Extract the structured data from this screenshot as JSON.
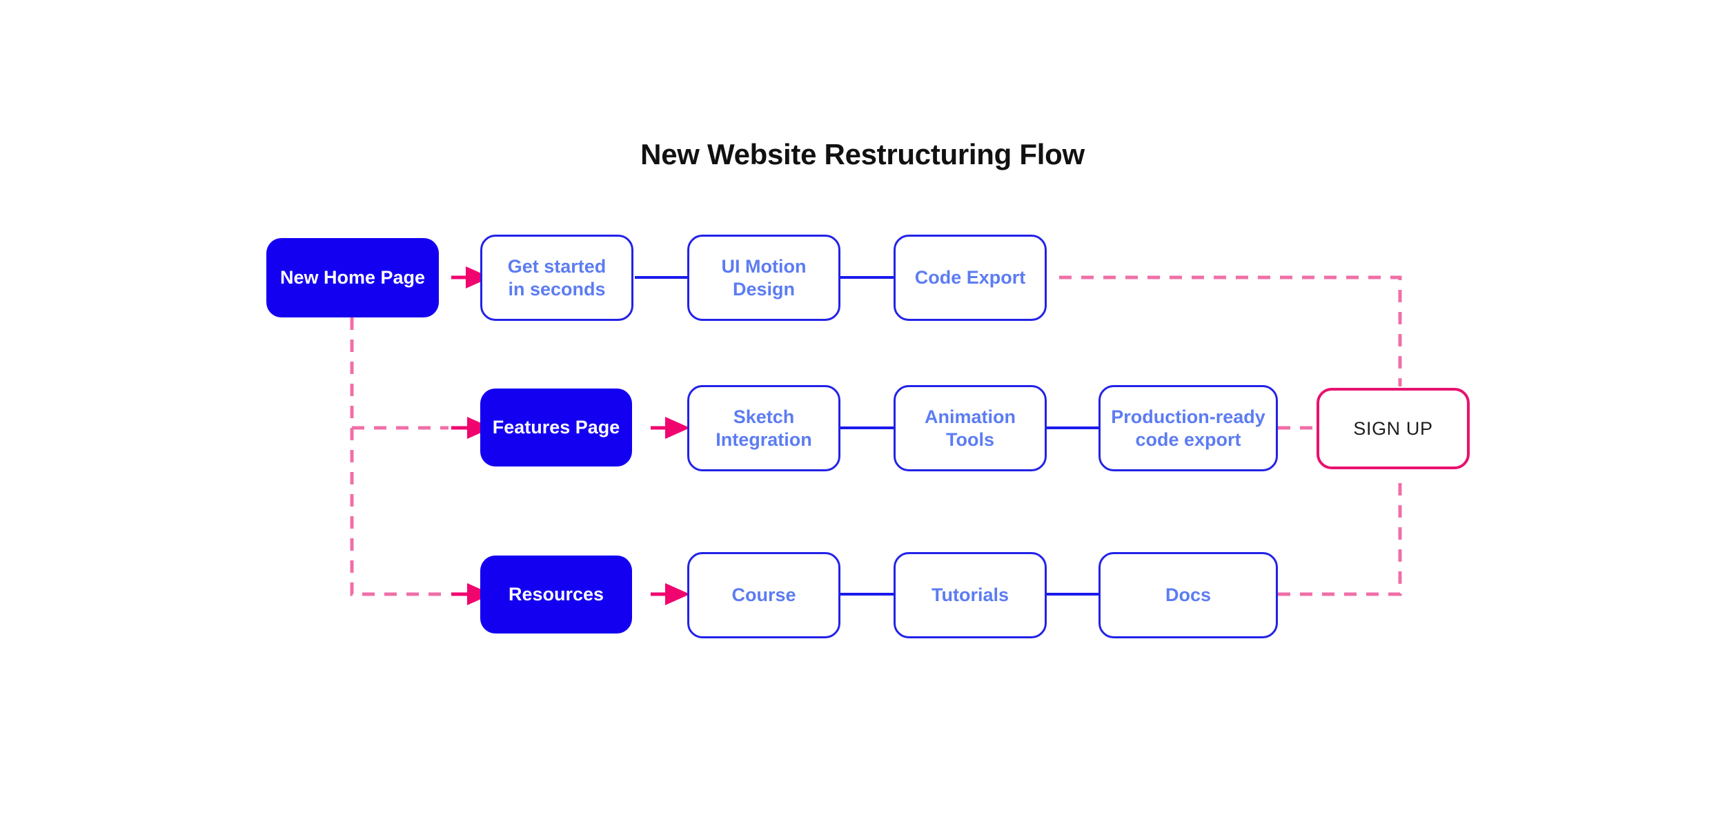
{
  "page": {
    "title": "New Website Restructuring Flow",
    "background": "#ffffff"
  },
  "colors": {
    "primary_fill": "#1400F0",
    "primary_text": "#ffffff",
    "outline_border": "#2222E8",
    "outline_text": "#5C7CF2",
    "cta_border": "#E8116F",
    "cta_text": "#1d1d1d",
    "arrow": "#F0056F",
    "dashed_line": "#F06FA8",
    "solid_connector": "#1A1AEE",
    "title_text": "#111111"
  },
  "diagram": {
    "type": "flowchart",
    "rows": [
      {
        "id": "row-home",
        "entry": {
          "label": "New Home Page",
          "style": "primary"
        },
        "steps": [
          {
            "label": "Get started\nin seconds",
            "style": "outline"
          },
          {
            "label": "UI Motion\nDesign",
            "style": "outline"
          },
          {
            "label": "Code Export",
            "style": "outline"
          }
        ]
      },
      {
        "id": "row-features",
        "entry": {
          "label": "Features Page",
          "style": "primary"
        },
        "steps": [
          {
            "label": "Sketch\nIntegration",
            "style": "outline"
          },
          {
            "label": "Animation\nTools",
            "style": "outline"
          },
          {
            "label": "Production-ready\ncode export",
            "style": "outline"
          }
        ]
      },
      {
        "id": "row-resources",
        "entry": {
          "label": "Resources",
          "style": "primary"
        },
        "steps": [
          {
            "label": "Course",
            "style": "outline"
          },
          {
            "label": "Tutorials",
            "style": "outline"
          },
          {
            "label": "Docs",
            "style": "outline"
          }
        ]
      }
    ],
    "cta": {
      "label": "SIGN UP",
      "style": "cta"
    },
    "edges": [
      {
        "from": "New Home Page",
        "to": "Get started in seconds",
        "kind": "arrow-solid"
      },
      {
        "from": "Get started in seconds",
        "to": "UI Motion Design",
        "kind": "line-solid"
      },
      {
        "from": "UI Motion Design",
        "to": "Code Export",
        "kind": "line-solid"
      },
      {
        "from": "New Home Page",
        "to": "Features Page",
        "kind": "arrow-dashed"
      },
      {
        "from": "New Home Page",
        "to": "Resources",
        "kind": "arrow-dashed"
      },
      {
        "from": "Features Page",
        "to": "Sketch Integration",
        "kind": "arrow-solid"
      },
      {
        "from": "Sketch Integration",
        "to": "Animation Tools",
        "kind": "line-solid"
      },
      {
        "from": "Animation Tools",
        "to": "Production-ready code export",
        "kind": "line-solid"
      },
      {
        "from": "Resources",
        "to": "Course",
        "kind": "arrow-solid"
      },
      {
        "from": "Course",
        "to": "Tutorials",
        "kind": "line-solid"
      },
      {
        "from": "Tutorials",
        "to": "Docs",
        "kind": "line-solid"
      },
      {
        "from": "Code Export",
        "to": "SIGN UP",
        "kind": "line-dashed"
      },
      {
        "from": "Production-ready code export",
        "to": "SIGN UP",
        "kind": "line-dashed"
      },
      {
        "from": "Docs",
        "to": "SIGN UP",
        "kind": "line-dashed"
      }
    ]
  }
}
